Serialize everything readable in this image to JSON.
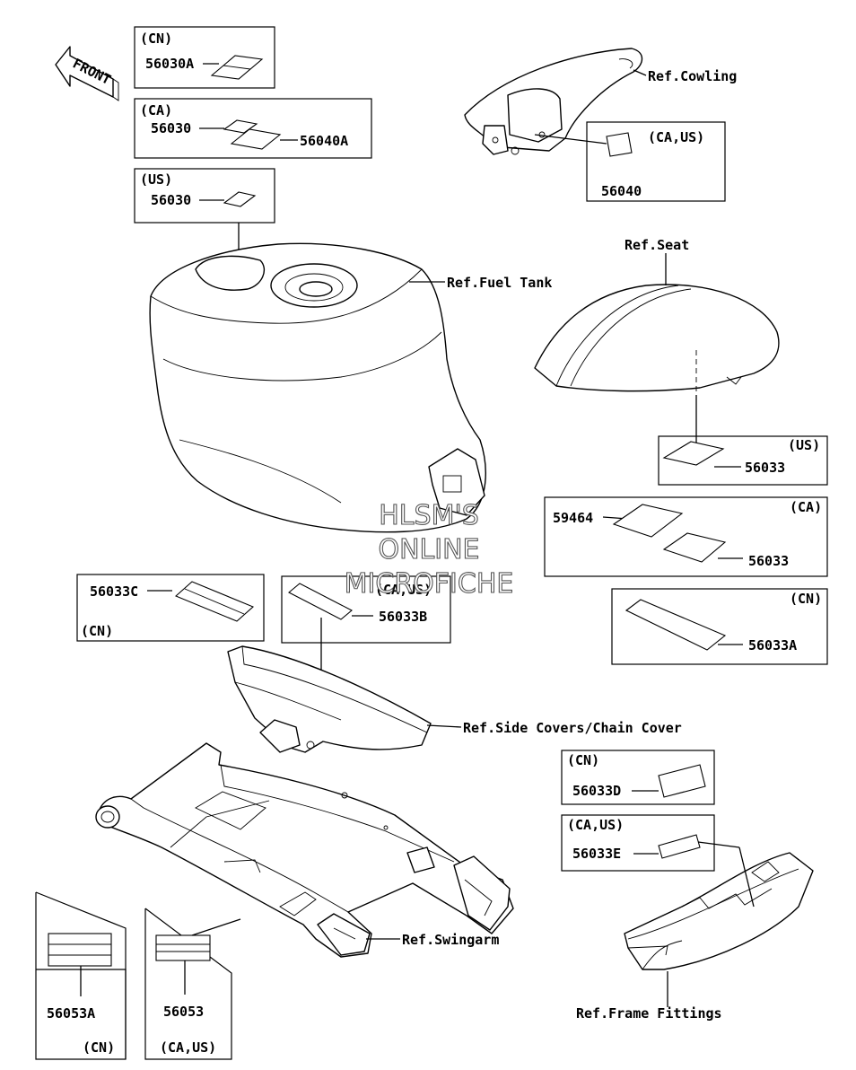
{
  "front_arrow": {
    "text": "FRONT"
  },
  "boxes": {
    "cn_top": {
      "region": "(CN)",
      "part": "56030A"
    },
    "ca_top": {
      "region": "(CA)",
      "part1": "56030",
      "part2": "56040A"
    },
    "us_top": {
      "region": "(US)",
      "part": "56030"
    },
    "cowling_box": {
      "region": "(CA,US)",
      "part": "56040"
    },
    "seat_us": {
      "region": "(US)",
      "part": "56033"
    },
    "seat_ca": {
      "region": "(CA)",
      "part1": "59464",
      "part2": "56033"
    },
    "seat_cn": {
      "region": "(CN)",
      "part": "56033A"
    },
    "cover_cn": {
      "region": "(CN)",
      "part": "56033C"
    },
    "cover_caus": {
      "region": "(CA,US)",
      "part": "56033B"
    },
    "frame_cn": {
      "region": "(CN)",
      "part": "56033D"
    },
    "frame_caus": {
      "region": "(CA,US)",
      "part": "56033E"
    },
    "swing_cn": {
      "part": "56053A",
      "region": "(CN)"
    },
    "swing_caus": {
      "part": "56053",
      "region": "(CA,US)"
    }
  },
  "refs": {
    "cowling": "Ref.Cowling",
    "fuel_tank": "Ref.Fuel Tank",
    "seat": "Ref.Seat",
    "side_covers": "Ref.Side Covers/Chain Cover",
    "swingarm": "Ref.Swingarm",
    "frame_fittings": "Ref.Frame Fittings"
  },
  "watermark": {
    "line1": "HLSM'S",
    "line2": "ONLINE",
    "line3": "MICROFICHE"
  }
}
